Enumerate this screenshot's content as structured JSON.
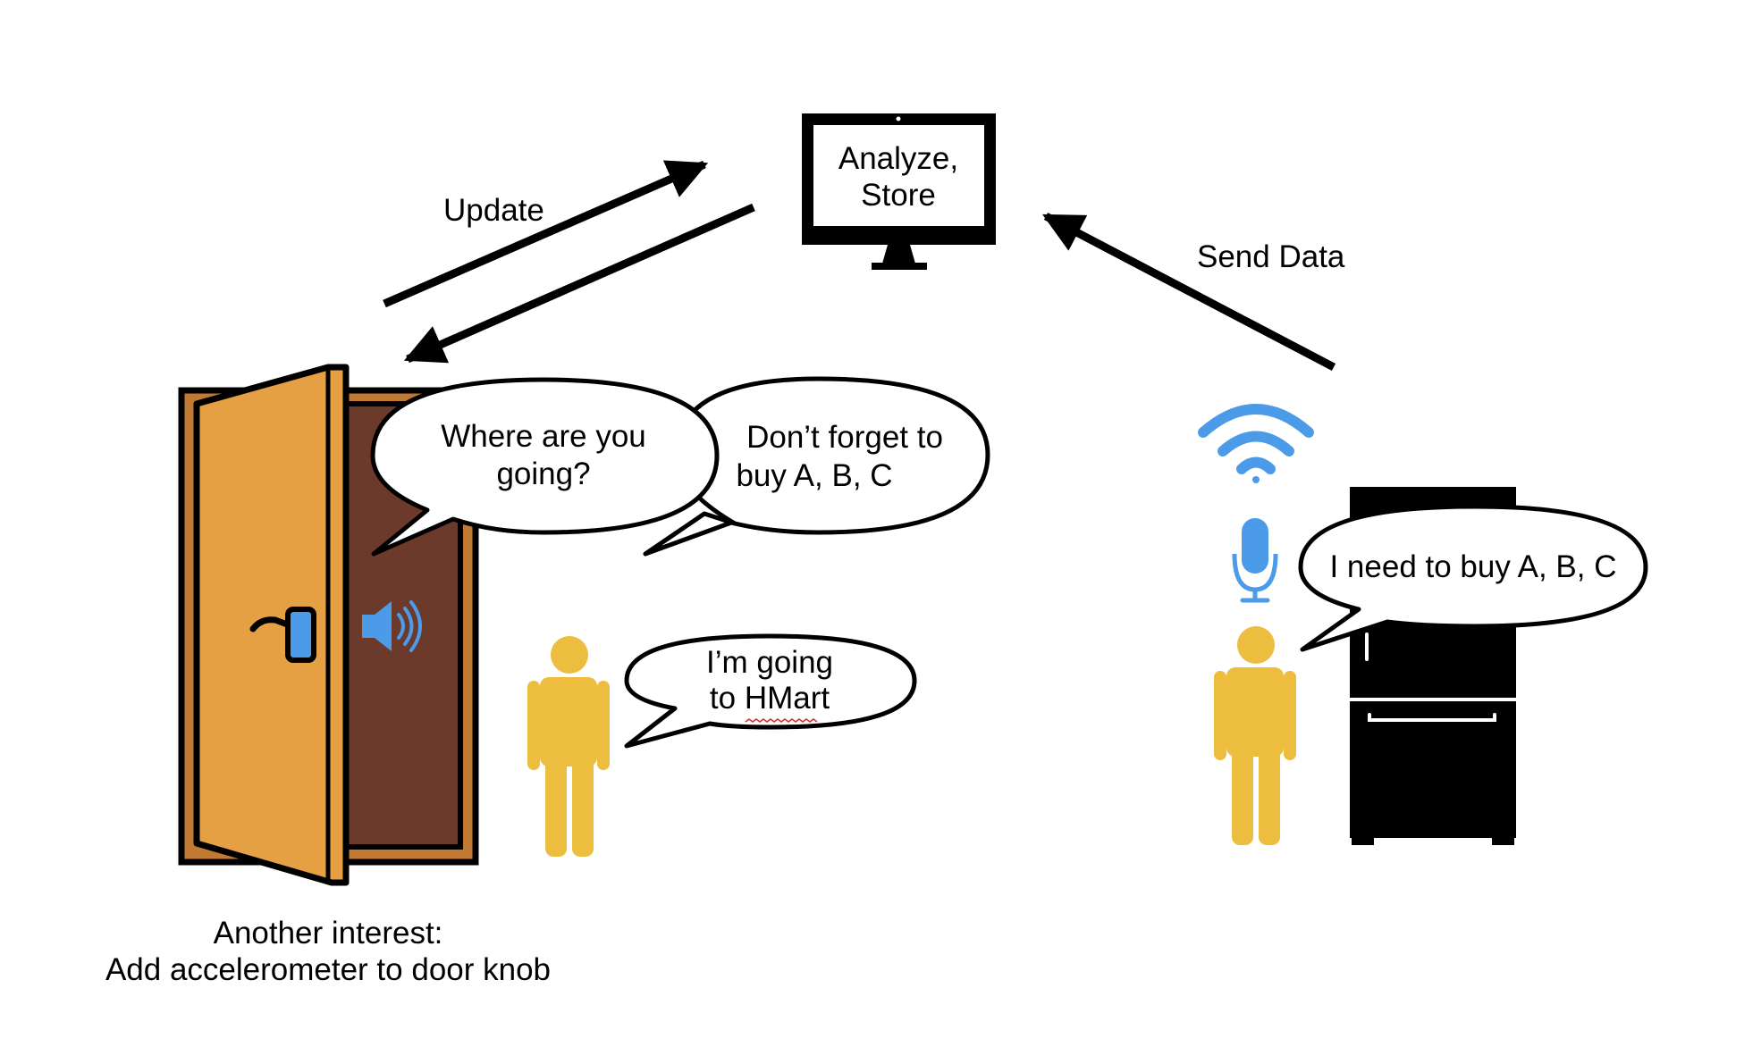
{
  "monitor": {
    "line1": "Analyze,",
    "line2": "Store"
  },
  "arrows": {
    "update_label": "Update",
    "send_label": "Send Data"
  },
  "bubbles": {
    "door_question": {
      "line1": "Where are you",
      "line2": "going?"
    },
    "door_reminder": {
      "line1": "Don’t forget to",
      "line2": "buy A, B, C"
    },
    "person_reply": {
      "line1": "I’m going",
      "line2_prefix": "to ",
      "line2_underlined": "HMart"
    },
    "fridge_person": {
      "text": "I need to buy A, B, C"
    }
  },
  "caption": {
    "line1": "Another interest:",
    "line2": "Add accelerometer to door knob"
  },
  "icons": [
    "door-icon",
    "speaker-icon",
    "monitor-icon",
    "person-icon",
    "wifi-icon",
    "microphone-icon",
    "refrigerator-icon"
  ],
  "colors": {
    "door": "#e6a044",
    "door_frame": "#c17a33",
    "door_interior": "#6b3a2a",
    "person": "#ecbd3f",
    "accent_blue": "#4b9be8",
    "misspelling_underline": "#d0342c"
  }
}
